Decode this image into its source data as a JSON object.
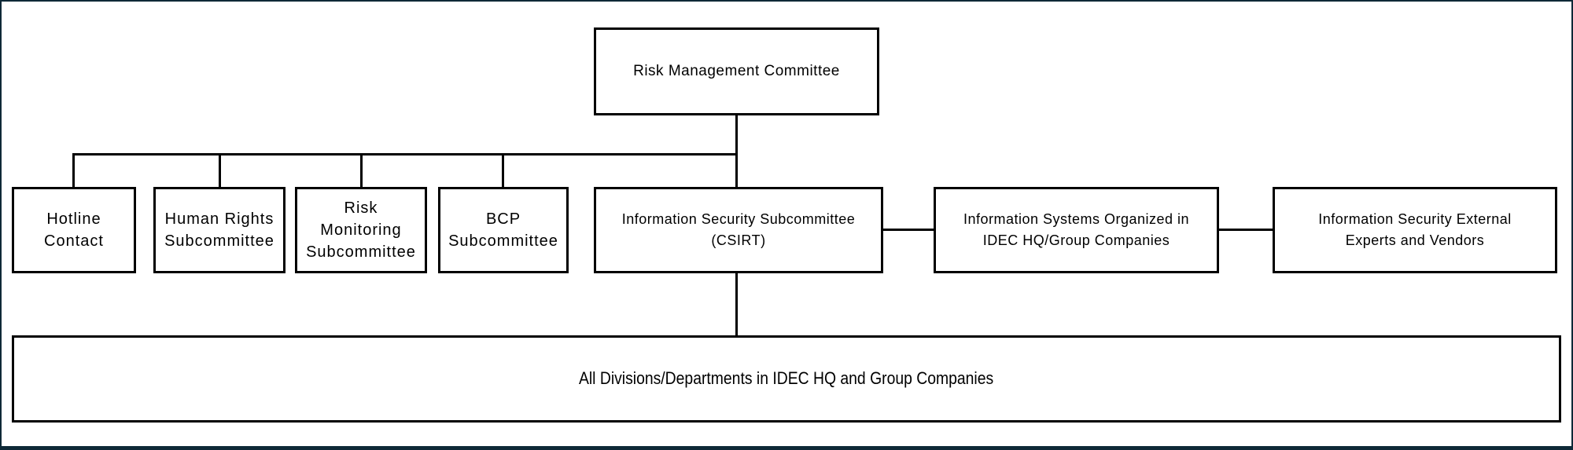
{
  "frame": {
    "border_color": "#0e2937",
    "background": "#ffffff"
  },
  "style": {
    "box_border_color": "#000000",
    "connector_color": "#000000",
    "text_color": "#000000"
  },
  "nodes": {
    "risk_management_committee": {
      "label": "Risk Management Committee"
    },
    "hotline_contact": {
      "label": "Hotline\nContact"
    },
    "human_rights_subcommittee": {
      "label": "Human Rights\nSubcommittee"
    },
    "risk_monitoring_subcommittee": {
      "label": "Risk\nMonitoring\nSubcommittee"
    },
    "bcp_subcommittee": {
      "label": "BCP\nSubcommittee"
    },
    "information_security_subcommittee": {
      "label": "Information Security Subcommittee\n(CSIRT)"
    },
    "information_systems": {
      "label": "Information Systems Organized in\nIDEC HQ/Group Companies"
    },
    "information_security_external": {
      "label": "Information Security External\nExperts and Vendors"
    },
    "all_divisions": {
      "label": "All Divisions/Departments in IDEC HQ and Group Companies"
    }
  },
  "edges": [
    {
      "from": "risk_management_committee",
      "to": "hotline_contact"
    },
    {
      "from": "risk_management_committee",
      "to": "human_rights_subcommittee"
    },
    {
      "from": "risk_management_committee",
      "to": "risk_monitoring_subcommittee"
    },
    {
      "from": "risk_management_committee",
      "to": "bcp_subcommittee"
    },
    {
      "from": "risk_management_committee",
      "to": "information_security_subcommittee"
    },
    {
      "from": "information_security_subcommittee",
      "to": "information_systems"
    },
    {
      "from": "information_systems",
      "to": "information_security_external"
    },
    {
      "from": "information_security_subcommittee",
      "to": "all_divisions"
    }
  ]
}
